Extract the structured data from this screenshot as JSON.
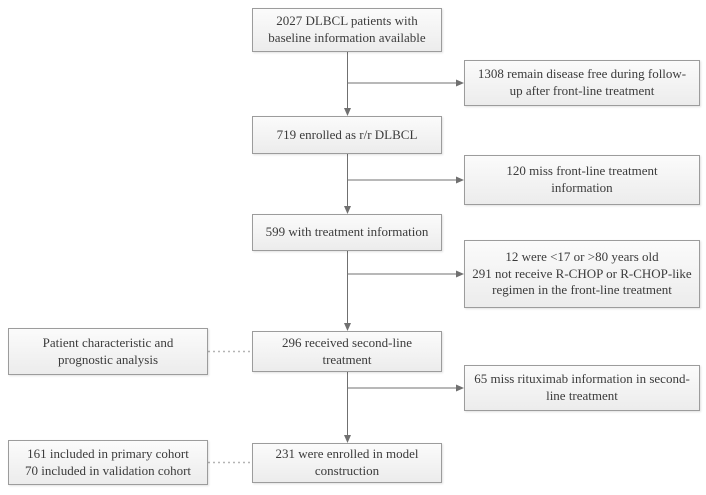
{
  "diagram": {
    "box_fill_top": "#fbfbfb",
    "box_fill_bottom": "#ececec",
    "box_border": "#9c9c9c",
    "font_color": "#3b3b3b",
    "arrow_color": "#707070",
    "dotted_color": "#b5b5b5",
    "page_bg": "#ffffff"
  },
  "boxes": {
    "center": [
      {
        "lines": [
          "2027 DLBCL patients with",
          "baseline information available"
        ]
      },
      {
        "lines": [
          "719 enrolled as r/r DLBCL"
        ]
      },
      {
        "lines": [
          "599 with treatment information"
        ]
      },
      {
        "lines": [
          "296 received second-line",
          "treatment"
        ]
      },
      {
        "lines": [
          "231 were enrolled in model",
          "construction"
        ]
      }
    ],
    "right": [
      {
        "lines": [
          "1308 remain disease free during follow-",
          "up after front-line treatment"
        ]
      },
      {
        "lines": [
          "120 miss front-line treatment",
          "information"
        ]
      },
      {
        "lines": [
          "12 were <17 or >80 years old",
          "291 not receive R-CHOP or R-CHOP-like",
          "regimen in the front-line treatment"
        ]
      },
      {
        "lines": [
          "65 miss rituximab information in second-",
          "line treatment"
        ]
      }
    ],
    "left": [
      {
        "lines": [
          "Patient characteristic and",
          "prognostic analysis"
        ]
      },
      {
        "lines": [
          "161 included in primary cohort",
          "70 included in validation cohort"
        ]
      }
    ]
  }
}
